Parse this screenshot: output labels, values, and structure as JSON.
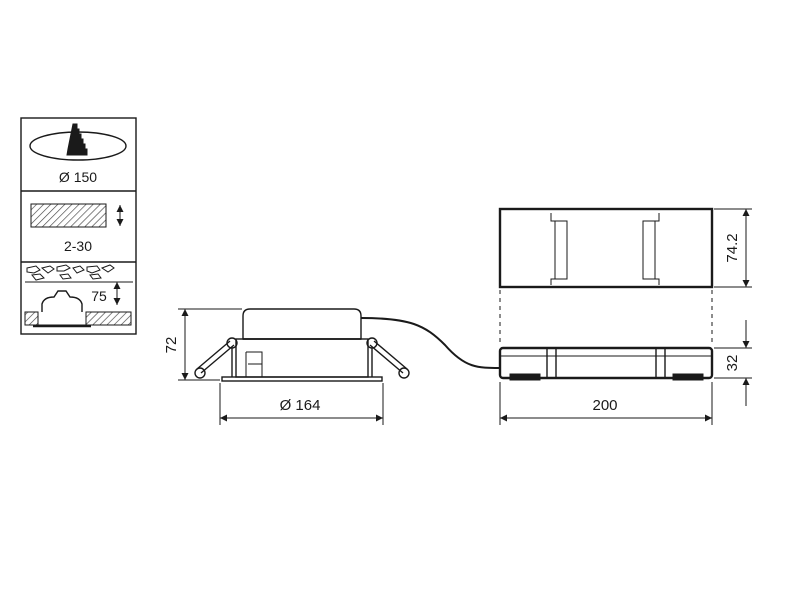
{
  "legend": {
    "cutout_label": "Ø 150",
    "ceiling_thickness_label": "2-30",
    "insulation_clearance_label": "75"
  },
  "luminaire": {
    "height_label": "72",
    "diameter_label": "Ø 164"
  },
  "driver": {
    "top_width_label": "74.2",
    "side_height_label": "32",
    "length_label": "200"
  },
  "colors": {
    "line": "#1a1a1a",
    "hatch": "#444444",
    "background": "#ffffff"
  }
}
